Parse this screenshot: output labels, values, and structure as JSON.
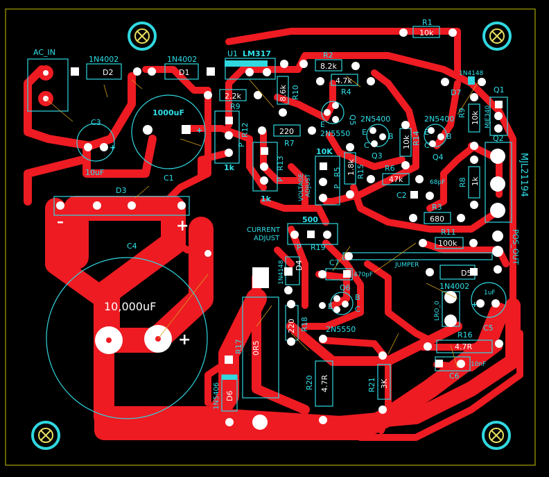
{
  "board": {
    "colors": {
      "background": "#000000",
      "copper": "#ee1b22",
      "silkscreen": "#30d8e0",
      "pad": "#ffffff",
      "outline": "#c8c800",
      "ratsnest": "#d8a020"
    }
  },
  "labels": {
    "ac_in": "AC_IN",
    "d2_type": "1N4002",
    "d2": "D2",
    "d1_type": "1N4002",
    "d1": "D1",
    "c3": "C3",
    "c3_val": "10uF",
    "c1_val": "1000uF",
    "c1": "C1",
    "d3": "D3",
    "c4": "C4",
    "c4_val": "10,000uF",
    "u1": "U1",
    "u1_type": "LM317",
    "r1": "R1",
    "r1_val": "10k",
    "r2": "R2",
    "r2_val": "8.2k",
    "r4_val": "4.7k",
    "r4": "R4",
    "r9_val": "2.2k",
    "r9": "R9",
    "r10_val": "8.6k",
    "r10": "R10",
    "r12": "R12",
    "r12_p": "P",
    "r7_val": "220",
    "r7": "R7",
    "r13": "R13",
    "r13_p": "P",
    "pot1k_a": "1k",
    "pot1k_b": "1k",
    "pot10k": "10K",
    "voltage_adjust_1": "VOLTAGE",
    "voltage_adjust_2": "ADJUST",
    "r5": "R5",
    "r5_p": "P",
    "r15": "R15",
    "r15_val": "1.8k",
    "q5": "Q5",
    "q5_type": "2N5550",
    "q3": "Q3",
    "q3_type": "2N5400",
    "q4": "Q4",
    "q4_type": "2N5400",
    "r14": "R14",
    "r14_val": "10k",
    "r6": "R6",
    "r6_val": "47k",
    "c2": "C2",
    "c2_val": "68pF",
    "r3": "R3",
    "r3_val": "680",
    "r8": "R8",
    "r8_val": "1k",
    "r11": "R11",
    "r11_val": "100k",
    "d7": "D7",
    "d7_type": "1N4148",
    "r9b": "R9",
    "r9b_val": "10k",
    "q1": "Q1",
    "q1_type": "MJE340",
    "q2": "Q2",
    "q2_type": "MJL21194",
    "pos_out": "POS_OUT",
    "current_adjust_1": "CURRENT",
    "current_adjust_2": "ADJUST",
    "pot500": "500",
    "r19": "R19",
    "r19_p": "P",
    "d4": "D4",
    "d4_type": "1N4148",
    "c7": "C7",
    "c7_val": "470pF",
    "jumper": "JUMPER",
    "q6": "Q6",
    "q6_type": "2N5550",
    "d5": "D5",
    "d5_type": "1N4002",
    "c5": "C5",
    "c5_val": "1uF",
    "r16": "R16",
    "r16_val": "4.7R",
    "c6": "C6",
    "c6_val": "10nF",
    "lro": "LRO_0",
    "r17": "R17",
    "r17_val": "0R5",
    "r18": "R18",
    "r18_val": "220",
    "r20": "R20",
    "r20_val": "4.7R",
    "r21": "R21",
    "r21_val": "3K",
    "d6": "D6",
    "d6_type": "1N5406",
    "plus": "+",
    "minus": "–",
    "e": "E",
    "b": "B",
    "c": "C"
  }
}
